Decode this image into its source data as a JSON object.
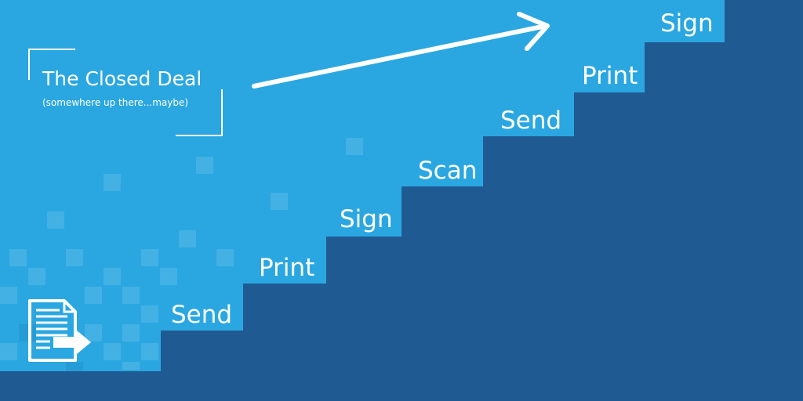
{
  "headline": {
    "title": "The Closed Deal",
    "subtitle": "(somewhere up there...maybe)"
  },
  "steps": [
    {
      "label": "Send"
    },
    {
      "label": "Print"
    },
    {
      "label": "Sign"
    },
    {
      "label": "Scan"
    },
    {
      "label": "Send"
    },
    {
      "label": "Print"
    },
    {
      "label": "Sign"
    }
  ],
  "icons": {
    "arrow": "arrow-up-right-icon",
    "document": "document-send-icon"
  },
  "colors": {
    "sky": "#2aa7e1",
    "stairs": "#205a93",
    "ink": "#ffffff"
  }
}
